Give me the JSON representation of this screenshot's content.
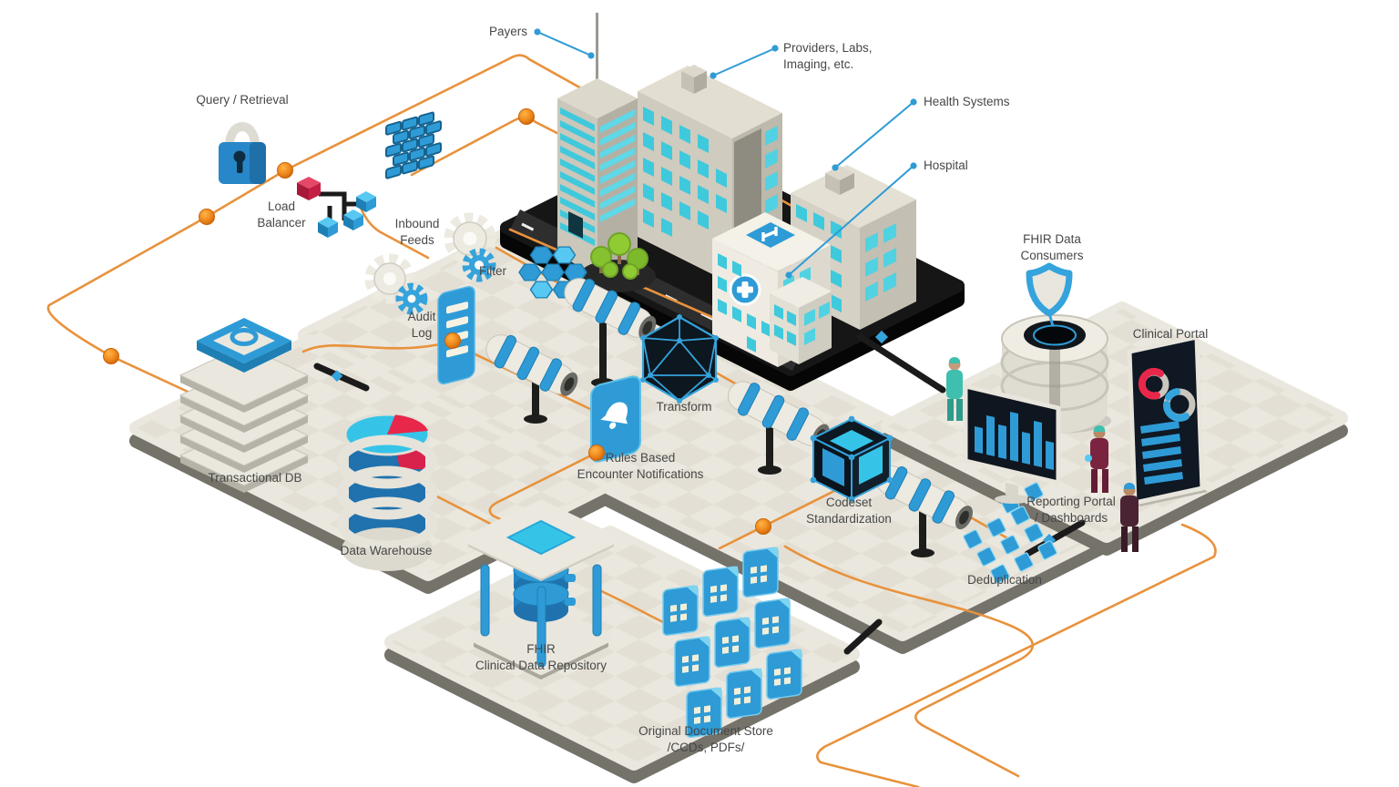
{
  "diagram_title": "Healthcare data integration pipeline (isometric)",
  "nodes": {
    "query_retrieval": {
      "label": "Query / Retrieval",
      "icon": "padlock"
    },
    "firewall": {
      "icon": "brick-wall"
    },
    "load_balancer": {
      "label": "Load\nBalancer",
      "icon": "cube-network"
    },
    "inbound_feeds": {
      "label": "Inbound\nFeeds",
      "icon": "gears"
    },
    "filter": {
      "label": "Filter",
      "icon": "hexagon-cluster"
    },
    "audit_log": {
      "label": "Audit\nLog",
      "icon": "list-panel"
    },
    "transform": {
      "label": "Transform",
      "icon": "icosahedron"
    },
    "rules_based": {
      "label": "Rules Based\nEncounter Notifications",
      "icon": "bell-tile"
    },
    "transactional_db": {
      "label": "Transactional DB",
      "icon": "stacked-plates"
    },
    "data_warehouse": {
      "label": "Data Warehouse",
      "icon": "pie-cylinder"
    },
    "fhir_repository": {
      "label": "FHIR\nClinical Data Repository",
      "icon": "table-with-disks"
    },
    "original_document_store": {
      "label": "Original Document Store\n/CCDs, PDFs/",
      "icon": "document-cards"
    },
    "codeset_standardization": {
      "label": "Codeset\nStandardization",
      "icon": "cube"
    },
    "deduplication": {
      "label": "Deduplication",
      "icon": "tile-grid"
    },
    "fhir_data_consumers": {
      "label": "FHIR Data\nConsumers",
      "icon": "shield-database"
    },
    "reporting_portal": {
      "label": "Reporting Portal\n/ Dashboards",
      "icon": "bar-chart-monitor"
    },
    "clinical_portal": {
      "label": "Clinical Portal",
      "icon": "donut-tablet"
    }
  },
  "callouts": {
    "payers": {
      "label": "Payers"
    },
    "providers": {
      "label": "Providers, Labs,\nImaging, etc."
    },
    "health_systems": {
      "label": "Health Systems"
    },
    "hospital": {
      "label": "Hospital"
    }
  },
  "colors": {
    "flow_line_orange": "#E8923C",
    "flow_node_orange": "#F08A1D",
    "icon_blue": "#2E9BD6",
    "cyan_accent": "#3EC9DE",
    "alert_red": "#E8274B",
    "platform_beige": "#EAE7DE",
    "city_platform_black": "#161616",
    "screen_navy": "#121E29",
    "label_text": "#474747",
    "callout_blue": "#2E9BD6"
  }
}
